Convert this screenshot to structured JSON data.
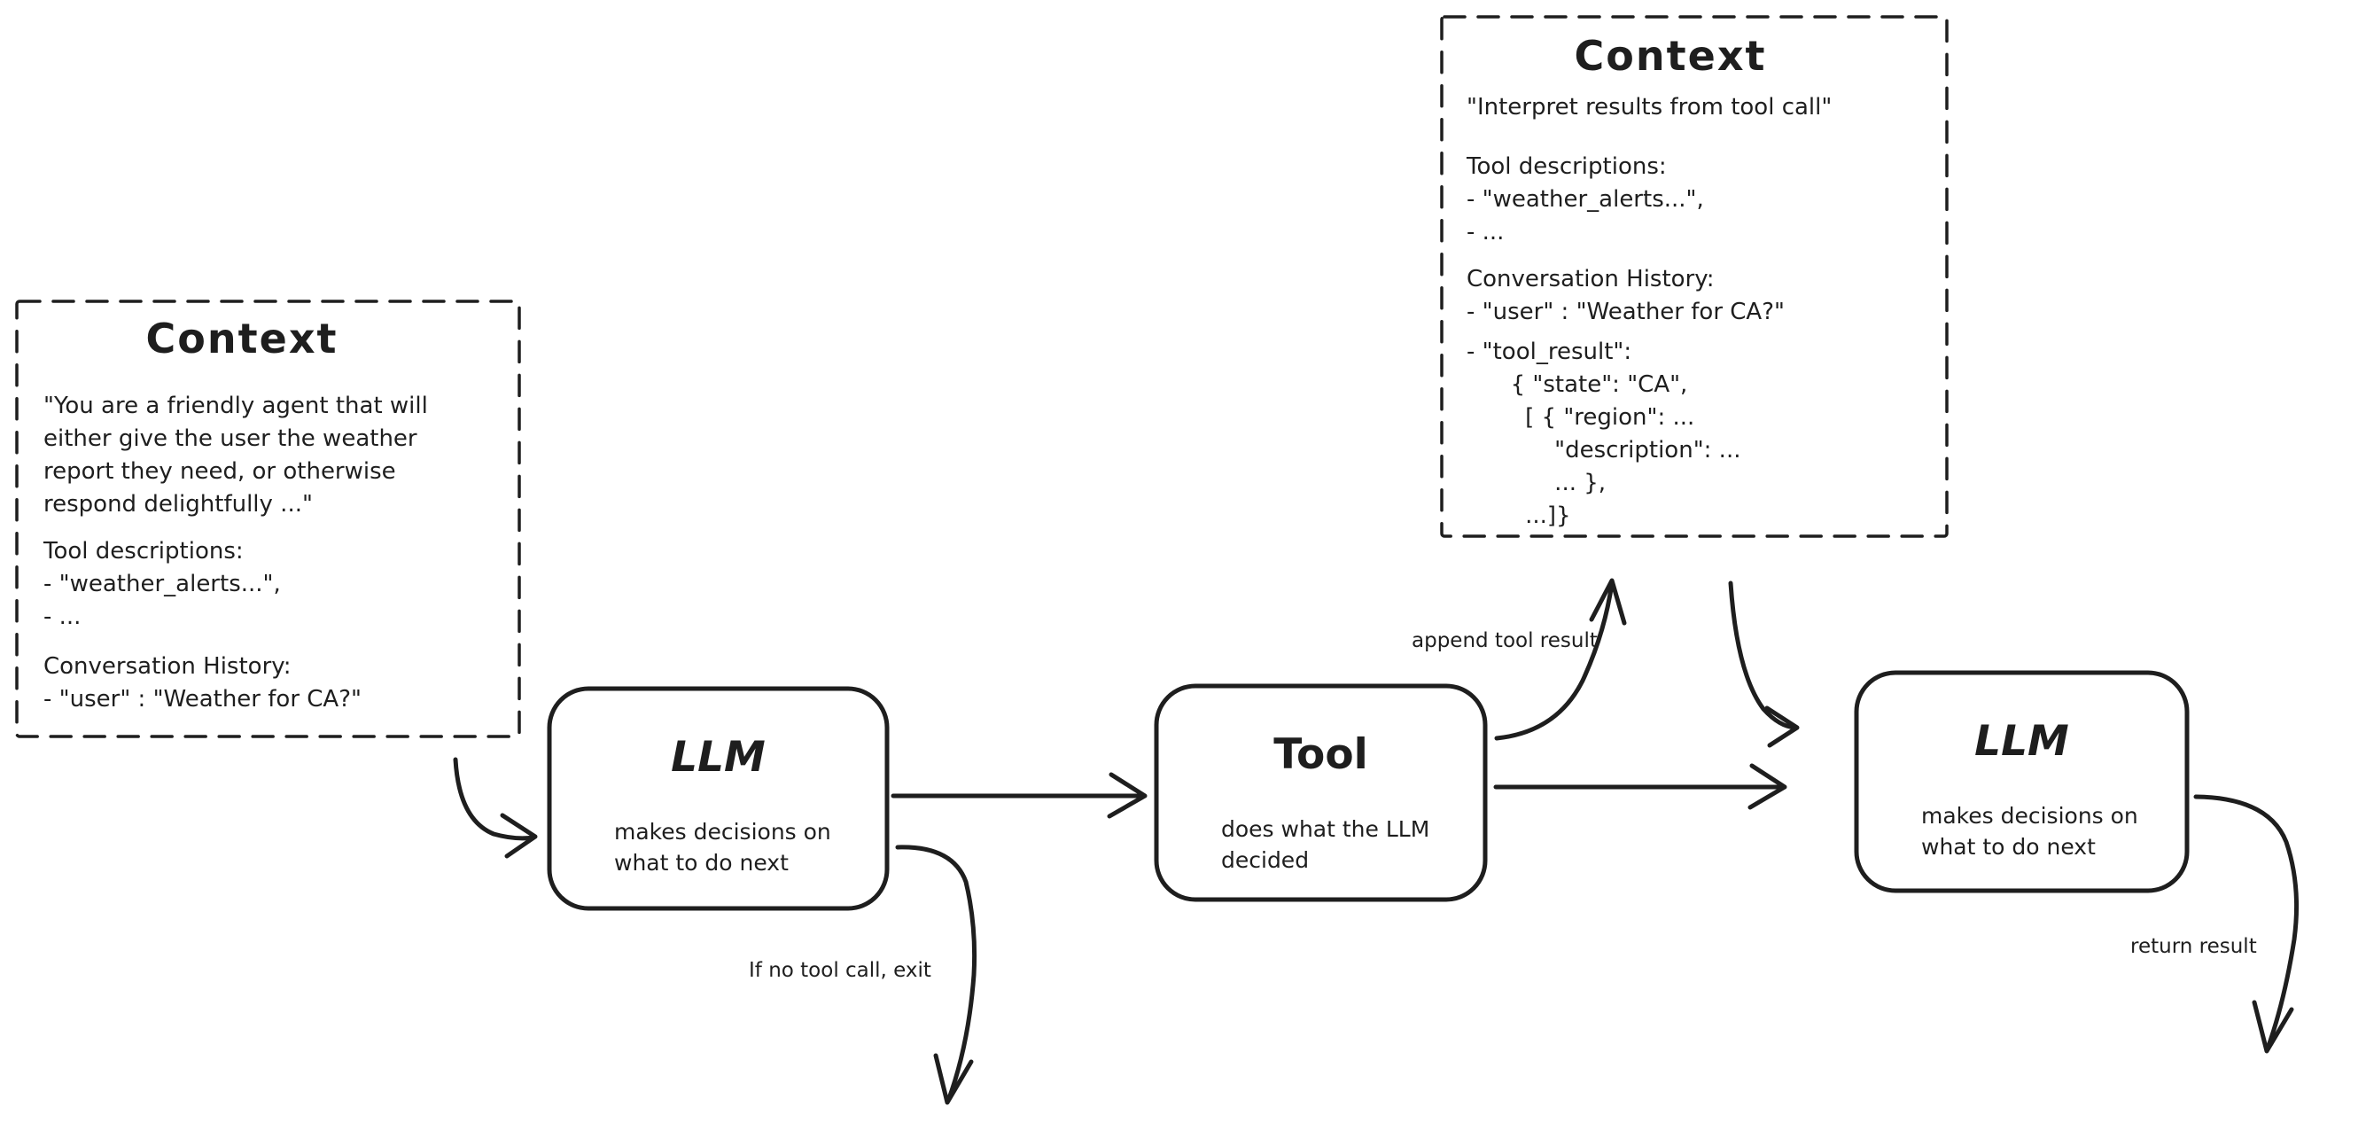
{
  "colors": {
    "ink": "#1e1e1e",
    "background": "#ffffff"
  },
  "context_left": {
    "title": "Context",
    "system_prompt": "\"You are a friendly agent that will\neither give the user the weather\nreport they need, or otherwise\nrespond delightfully ...\"",
    "tool_descriptions": "Tool descriptions:\n- \"weather_alerts...\",\n- ...",
    "conversation_history": "Conversation History:\n- \"user\" : \"Weather for CA?\""
  },
  "context_top": {
    "title": "Context",
    "system_prompt": "\"Interpret results from tool call\"",
    "tool_descriptions": "Tool descriptions:\n- \"weather_alerts...\",\n- ...",
    "conversation_history": "Conversation History:\n- \"user\" : \"Weather for CA?\"",
    "tool_result": "- \"tool_result\":\n      { \"state\": \"CA\",\n        [ { \"region\": ...\n            \"description\": ...\n            ... },\n        ...]}"
  },
  "nodes": {
    "llm1": {
      "title": "LLM",
      "subtitle": "makes decisions on\nwhat to do next"
    },
    "tool": {
      "title": "Tool",
      "subtitle": "does what the LLM\ndecided"
    },
    "llm2": {
      "title": "LLM",
      "subtitle": "makes decisions on\nwhat to do next"
    }
  },
  "edge_labels": {
    "append_tool_result": "append tool result",
    "no_tool_call_exit": "If no tool call, exit",
    "return_result": "return result"
  }
}
